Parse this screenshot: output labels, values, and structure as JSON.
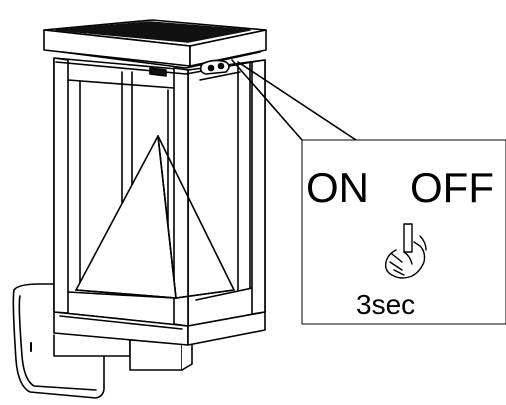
{
  "callout": {
    "on_label": "ON",
    "off_label": "OFF",
    "hold_time": "3sec",
    "hand_icon": "hand-pressing-switch-icon"
  },
  "colors": {
    "line": "#000000",
    "background": "#ffffff",
    "solar_panel": "#111111"
  }
}
